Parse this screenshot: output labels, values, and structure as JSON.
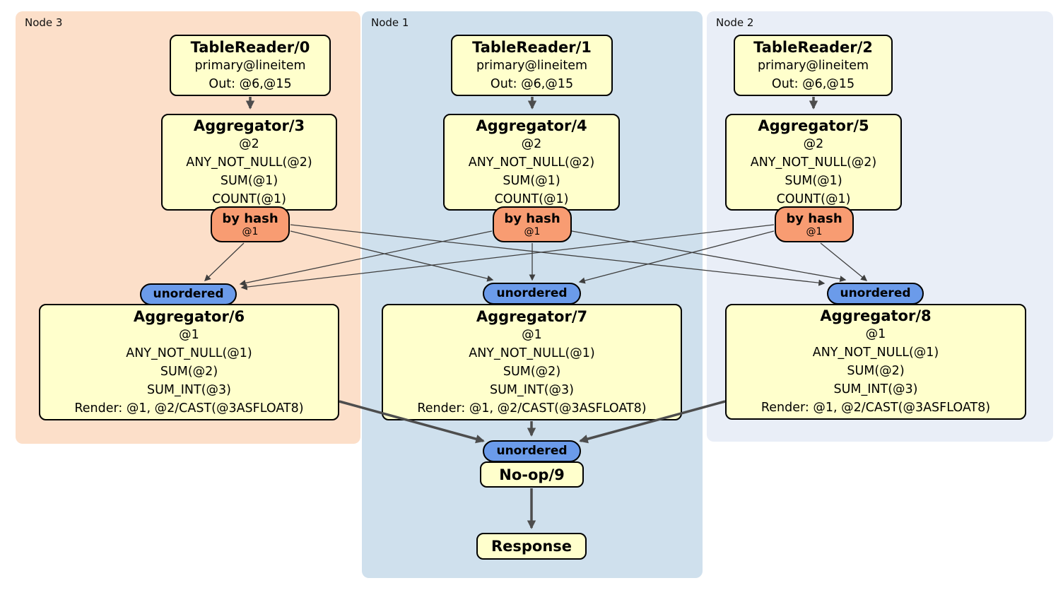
{
  "regions": [
    {
      "label": "Node 3"
    },
    {
      "label": "Node 1"
    },
    {
      "label": "Node 2"
    }
  ],
  "processors": [
    {
      "title": "TableReader/0",
      "lines": [
        "primary@lineitem",
        "Out: @6,@15"
      ]
    },
    {
      "title": "TableReader/1",
      "lines": [
        "primary@lineitem",
        "Out: @6,@15"
      ]
    },
    {
      "title": "TableReader/2",
      "lines": [
        "primary@lineitem",
        "Out: @6,@15"
      ]
    },
    {
      "title": "Aggregator/3",
      "lines": [
        "@2",
        "ANY_NOT_NULL(@2)",
        "SUM(@1)",
        "COUNT(@1)"
      ]
    },
    {
      "title": "Aggregator/4",
      "lines": [
        "@2",
        "ANY_NOT_NULL(@2)",
        "SUM(@1)",
        "COUNT(@1)"
      ]
    },
    {
      "title": "Aggregator/5",
      "lines": [
        "@2",
        "ANY_NOT_NULL(@2)",
        "SUM(@1)",
        "COUNT(@1)"
      ]
    },
    {
      "title": "Aggregator/6",
      "lines": [
        "@1",
        "ANY_NOT_NULL(@1)",
        "SUM(@2)",
        "SUM_INT(@3)",
        "Render: @1, @2/CAST(@3ASFLOAT8)"
      ]
    },
    {
      "title": "Aggregator/7",
      "lines": [
        "@1",
        "ANY_NOT_NULL(@1)",
        "SUM(@2)",
        "SUM_INT(@3)",
        "Render: @1, @2/CAST(@3ASFLOAT8)"
      ]
    },
    {
      "title": "Aggregator/8",
      "lines": [
        "@1",
        "ANY_NOT_NULL(@1)",
        "SUM(@2)",
        "SUM_INT(@3)",
        "Render: @1, @2/CAST(@3ASFLOAT8)"
      ]
    },
    {
      "title": "No-op/9",
      "lines": []
    },
    {
      "title": "Response",
      "lines": []
    }
  ],
  "routers": [
    {
      "label": "by hash",
      "detail": "@1"
    },
    {
      "label": "by hash",
      "detail": "@1"
    },
    {
      "label": "by hash",
      "detail": "@1"
    }
  ],
  "syncs": [
    {
      "label": "unordered"
    },
    {
      "label": "unordered"
    },
    {
      "label": "unordered"
    },
    {
      "label": "unordered"
    }
  ],
  "colors": {
    "node3_bg": "#fcdfc9",
    "node1_bg": "#cfe0ed",
    "node2_bg": "#e9eef7",
    "processor_bg": "#ffffcc",
    "processor_border": "#000000",
    "router_bg": "#f89c72",
    "sync_bg": "#6b9bea",
    "edge": "#4d4d4d"
  }
}
